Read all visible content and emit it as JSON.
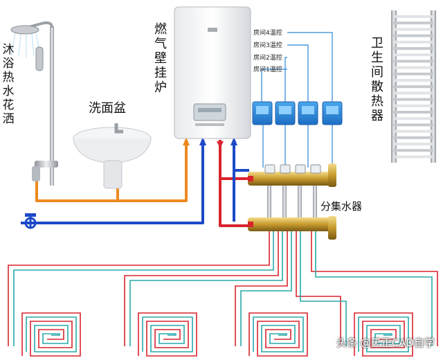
{
  "labels": {
    "shower": "沐浴热水花洒",
    "basin": "洗面盆",
    "boiler": "燃气壁挂炉",
    "radiator": "卫生间散热器",
    "manifold": "分集水器"
  },
  "thermostats": [
    {
      "label": "房间4温控"
    },
    {
      "label": "房间3温控"
    },
    {
      "label": "房间2温控"
    },
    {
      "label": "房间1温控"
    }
  ],
  "watermark": "头条 @天正CAD自学",
  "colors": {
    "hot": "#d9232d",
    "supply": "#1b49c8",
    "dhw": "#ec8a1f",
    "loop": "#28a8a8",
    "thermostat": "#2a86d8"
  },
  "icons": [
    "shower-head-icon",
    "faucet-icon",
    "cold-water-tap-icon",
    "arrow-up-icon"
  ]
}
